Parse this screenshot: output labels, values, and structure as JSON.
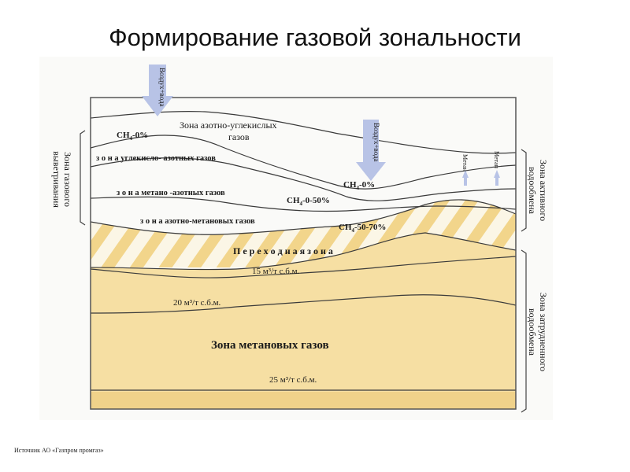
{
  "slide": {
    "title": "Формирование газовой зональности",
    "source": "Источник АО «Газпром промгаз»"
  },
  "diagram": {
    "zones": {
      "nitrogen_co2": [
        "Зона азотно-углекислых",
        "газов"
      ],
      "co2_nitrogen": "з о н а углекисло- азотных газов",
      "methane_nitrogen": "з о н а  метано -азотных газов",
      "nitrogen_methane": "з о н а  азотно-метановых  газов",
      "transition": "П е р е х о д н а я   з о н а",
      "methane": "Зона    метановых    газов"
    },
    "concentrations": {
      "upper_left": "CH4-0%",
      "middle_right": "CH4-0%",
      "zone_0_50": "CH4-0-50%",
      "zone_50_70": "CH4-50-70%"
    },
    "isolines": {
      "line_15": "15 м³/т с.б.м.",
      "line_20": "20 м³/т с.б.м.",
      "line_25": "25 м³/т с.б.м."
    },
    "side_labels": {
      "weathering": [
        "Зона газового",
        "выветривания"
      ],
      "active_exchange": [
        "Зона активного",
        "водообмена"
      ],
      "restricted_exchange": [
        "Зона затрудненного",
        "водообмена"
      ]
    },
    "arrows": {
      "air_water_left": "Воздух+вода",
      "air_water_right": "Воздух+вода",
      "methane_left": "Метан",
      "methane_right": "Метан"
    },
    "colors": {
      "sediment_fill": "#f6dfa3",
      "hatch_stripe": "#f2d58b",
      "line": "#3a3a3a",
      "arrow": "#b8c3e6"
    }
  }
}
